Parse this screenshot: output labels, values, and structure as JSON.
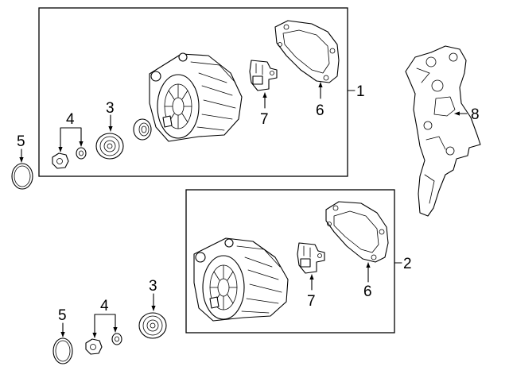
{
  "callouts": {
    "assembly_1": "1",
    "assembly_2": "2",
    "pulley_upper": "3",
    "pulley_lower": "3",
    "nut_washer_upper": "4",
    "nut_washer_lower": "4",
    "cap_left": "5",
    "cap_lower": "5",
    "rear_cover_upper": "6",
    "rear_cover_lower": "6",
    "regulator_upper": "7",
    "regulator_lower": "7",
    "bracket": "8"
  }
}
